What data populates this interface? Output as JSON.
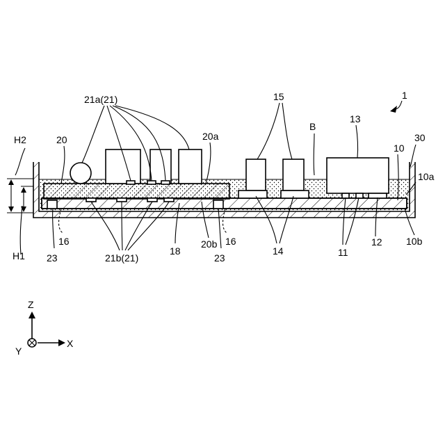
{
  "labels": {
    "ref_1": "1",
    "ref_21a": "21a(21)",
    "ref_15": "15",
    "ref_B": "B",
    "ref_13": "13",
    "ref_30": "30",
    "ref_H2": "H2",
    "ref_20": "20",
    "ref_20a": "20a",
    "ref_10": "10",
    "ref_10a": "10a",
    "ref_16_left": "16",
    "ref_16_right": "16",
    "ref_23_left": "23",
    "ref_23_right": "23",
    "ref_H1": "H1",
    "ref_21b": "21b(21)",
    "ref_18": "18",
    "ref_20b": "20b",
    "ref_14": "14",
    "ref_11": "11",
    "ref_12": "12",
    "ref_10b": "10b"
  },
  "axes": {
    "z": "Z",
    "y": "Y",
    "x": "X"
  }
}
